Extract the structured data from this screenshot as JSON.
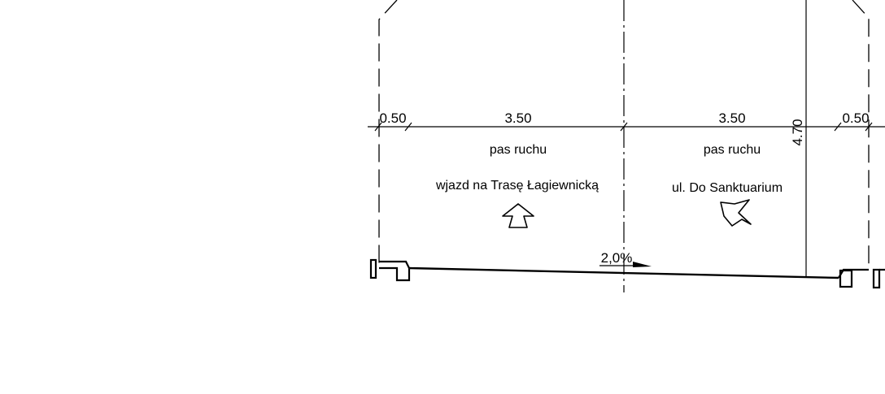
{
  "drawing": {
    "dimensions": {
      "left_shoulder": "0.50",
      "left_lane": "3.50",
      "right_lane": "3.50",
      "right_shoulder": "0.50",
      "clearance_height": "4.70"
    },
    "lanes": {
      "left_type": "pas ruchu",
      "right_type": "pas ruchu",
      "left_direction": "wjazd na Trasę Łagiewnicką",
      "right_direction": "ul. Do Sanktuarium"
    },
    "slope": "2,0%",
    "colors": {
      "line": "#000000",
      "background": "#ffffff"
    },
    "icons": {
      "left_arrow": "straight-arrow-icon",
      "right_arrow": "diagonal-arrow-icon"
    }
  }
}
